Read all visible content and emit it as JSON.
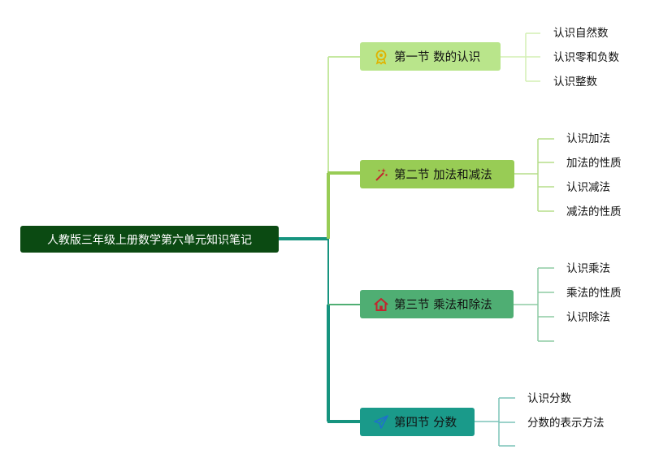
{
  "root": {
    "label": "人教版三年级上册数学第六单元知识笔记"
  },
  "branches": [
    {
      "label": "第一节 数的认识",
      "icon": "award-ribbon-icon",
      "color": "#b9e58b",
      "leaves": [
        "认识自然数",
        "认识零和负数",
        "认识整数"
      ]
    },
    {
      "label": "第二节 加法和减法",
      "icon": "magic-wand-icon",
      "color": "#98cc55",
      "leaves": [
        "认识加法",
        "加法的性质",
        "认识减法",
        "减法的性质"
      ]
    },
    {
      "label": "第三节 乘法和除法",
      "icon": "home-icon",
      "color": "#4fae73",
      "leaves": [
        "认识乘法",
        "乘法的性质",
        "认识除法",
        ""
      ]
    },
    {
      "label": "第四节 分数",
      "icon": "paper-plane-icon",
      "color": "#1a9a8a",
      "leaves": [
        "认识分数",
        "分数的表示方法",
        ""
      ]
    }
  ],
  "colors": {
    "root": "#0b4a12",
    "link_main_upper": "#98cc55",
    "link_main_lower": "#16947f"
  }
}
